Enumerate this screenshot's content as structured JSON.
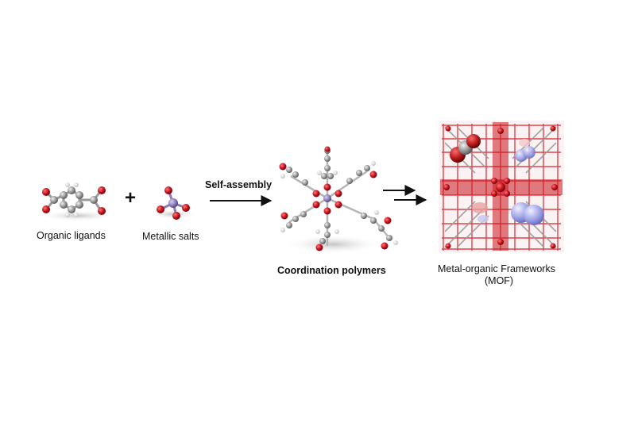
{
  "labels": {
    "ligands": "Organic ligands",
    "plus": "+",
    "salts": "Metallic salts",
    "self_assembly": "Self-assembly",
    "coordination": "Coordination polymers",
    "mof_line1": "Metal-organic Frameworks",
    "mof_line2": "(MOF)"
  },
  "colors": {
    "oxygen": "#c8141e",
    "carbon": "#8c8c8c",
    "hydrogen": "#e6e6e6",
    "metal": "#8a7ab8",
    "gas_blue": "#9da2e6",
    "gas_red": "#b01818",
    "arrow": "#111111"
  }
}
